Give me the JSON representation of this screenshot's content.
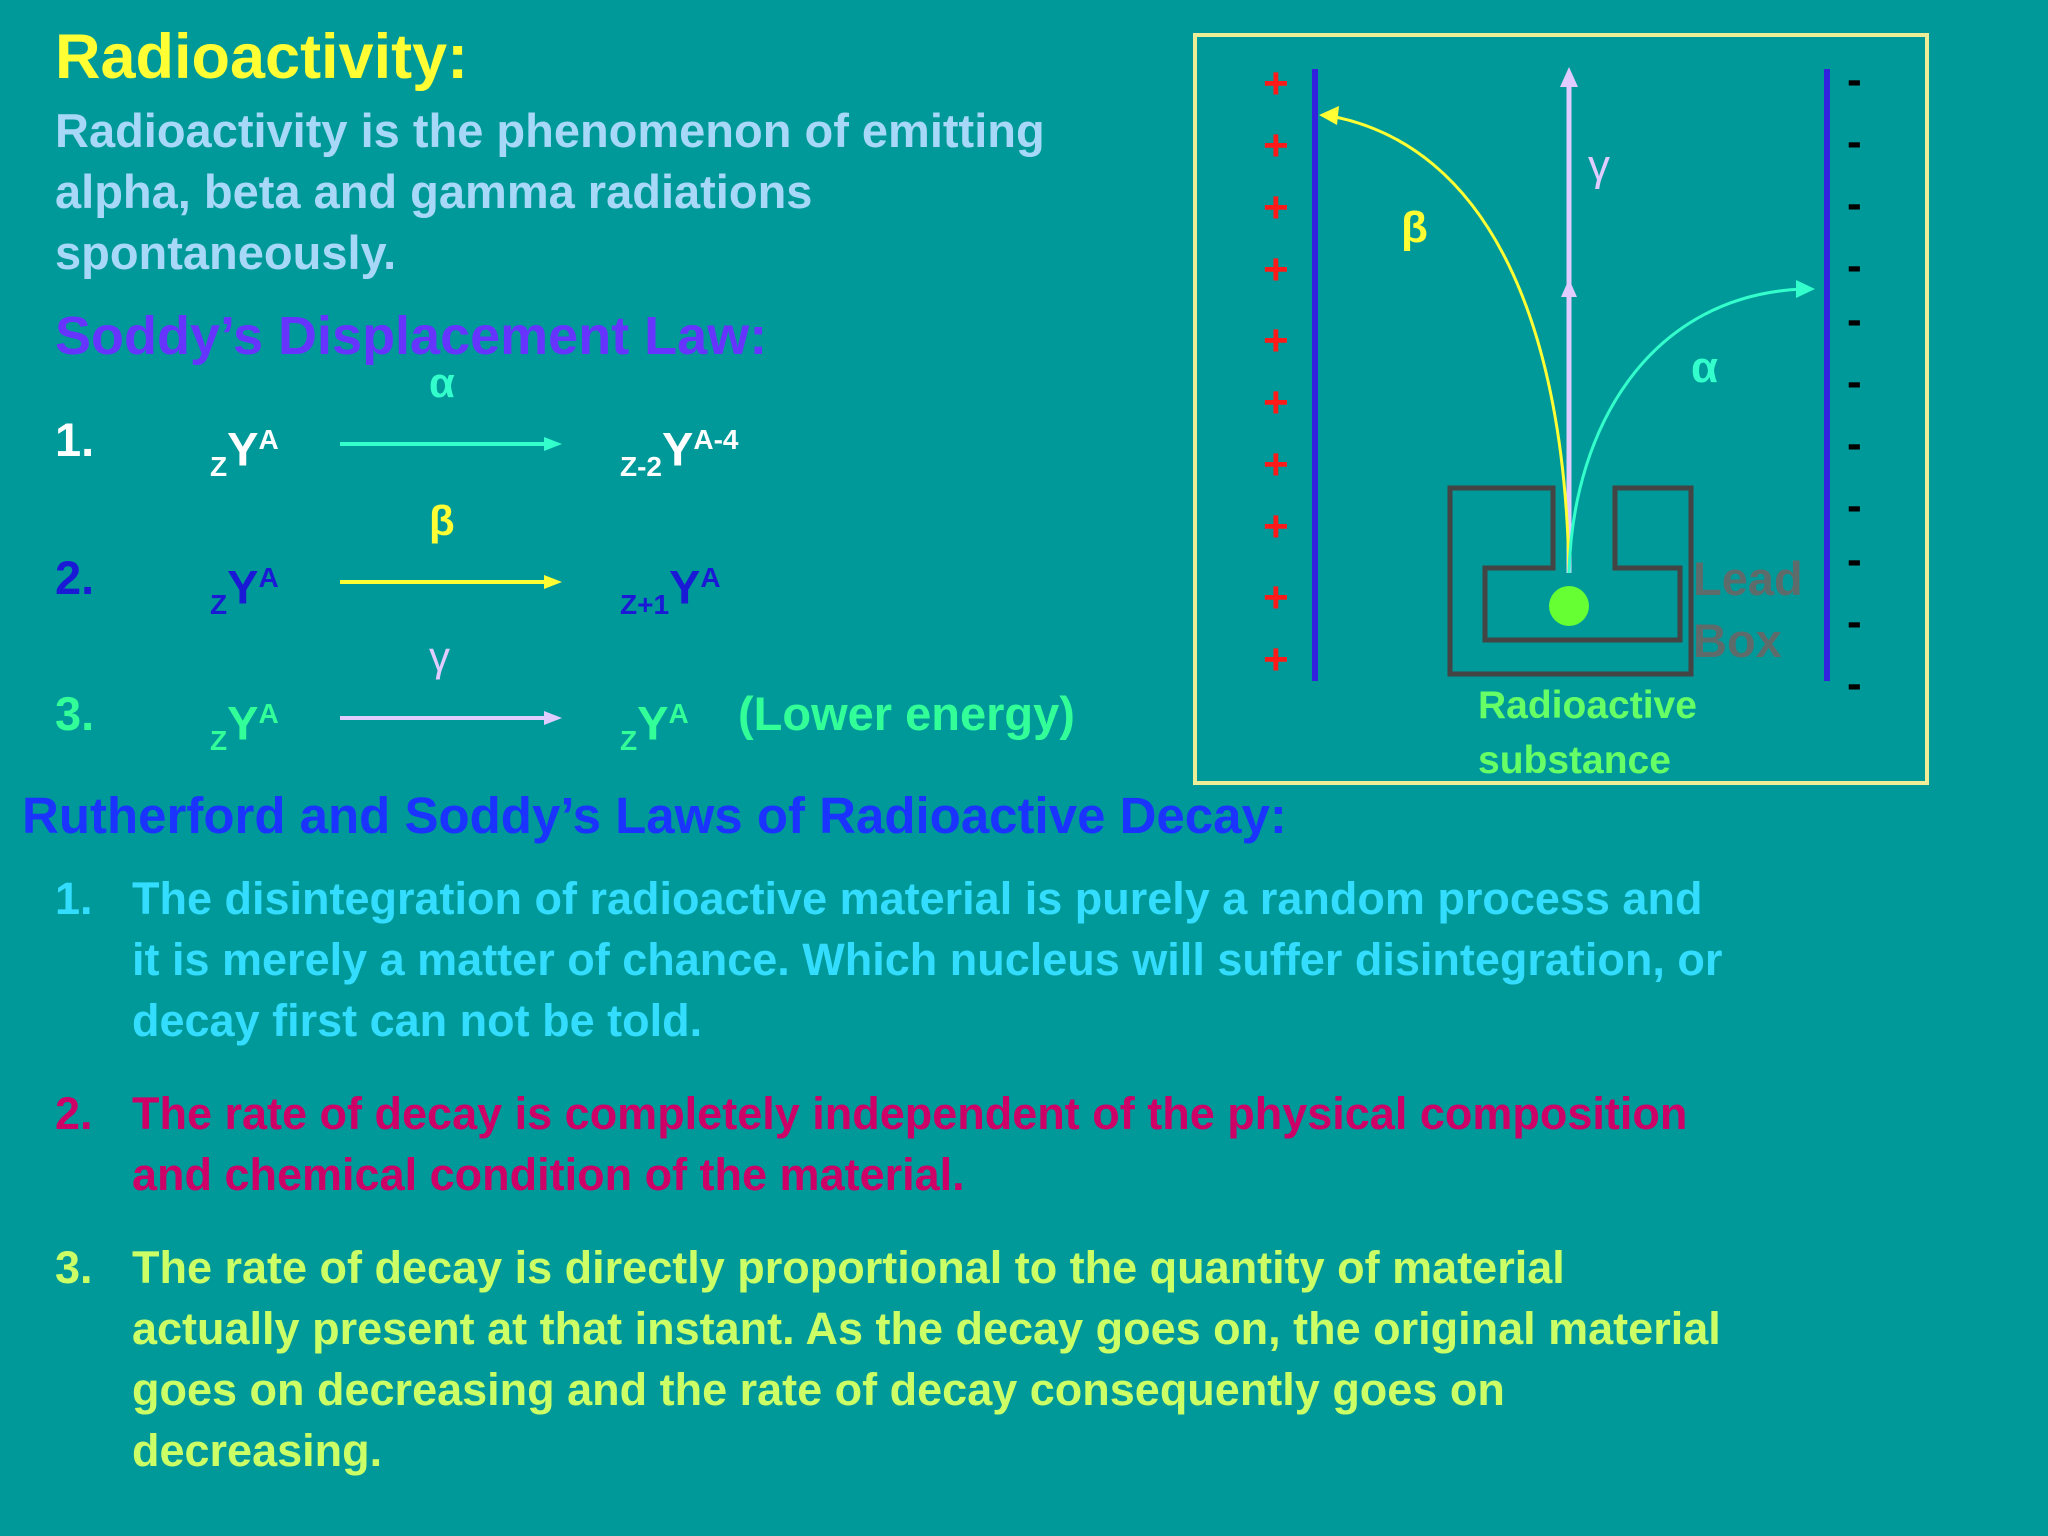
{
  "title": "Radioactivity:",
  "definition": "Radioactivity is the phenomenon of emitting\nalpha, beta and gamma radiations\nspontaneously.",
  "soddy_title": "Soddy’s Displacement Law:",
  "equations": [
    {
      "number": "1.",
      "lhs_sub": "Z",
      "lhs_base": "Y",
      "lhs_sup": "A",
      "radiation": "α",
      "rhs_sub": "Z-2",
      "rhs_base": "Y",
      "rhs_sup": "A-4",
      "note": ""
    },
    {
      "number": "2.",
      "lhs_sub": "Z",
      "lhs_base": "Y",
      "lhs_sup": "A",
      "radiation": "β",
      "rhs_sub": "Z+1",
      "rhs_base": "Y",
      "rhs_sup": "A",
      "note": ""
    },
    {
      "number": "3.",
      "lhs_sub": "Z",
      "lhs_base": "Y",
      "lhs_sup": "A",
      "radiation": "γ",
      "rhs_sub": "Z",
      "rhs_base": "Y",
      "rhs_sup": "A",
      "note": "(Lower energy)"
    }
  ],
  "diagram": {
    "gamma_label": "γ",
    "beta_label": "β",
    "alpha_label": "α",
    "lead_box_label": "Lead\nBox",
    "substance_label": "Radioactive\nsubstance",
    "plus_sign": "+",
    "minus_sign": "-",
    "colors": {
      "plate": "#3322dd",
      "frame": "#eeee99",
      "beta": "#ffff33",
      "alpha": "#33ffcc",
      "gamma": "#e0ccff",
      "box": "#444444",
      "source": "#66ff33",
      "plus": "#ff1a1a",
      "minus": "#000000"
    }
  },
  "rs_title": "Rutherford and Soddy’s Laws of Radioactive Decay:",
  "laws": [
    {
      "number": "1.",
      "text": "The disintegration of radioactive material is purely a random process and\nit is merely a matter of chance. Which nucleus will suffer disintegration, or\ndecay first can not be told."
    },
    {
      "number": "2.",
      "text": "The rate of decay is completely independent of the physical composition\nand chemical condition of the material."
    },
    {
      "number": "3.",
      "text": "The rate of decay is directly proportional to the quantity of material\nactually present at that instant.  As the decay goes on, the original material\ngoes on decreasing and the rate of decay consequently goes on\ndecreasing."
    }
  ]
}
